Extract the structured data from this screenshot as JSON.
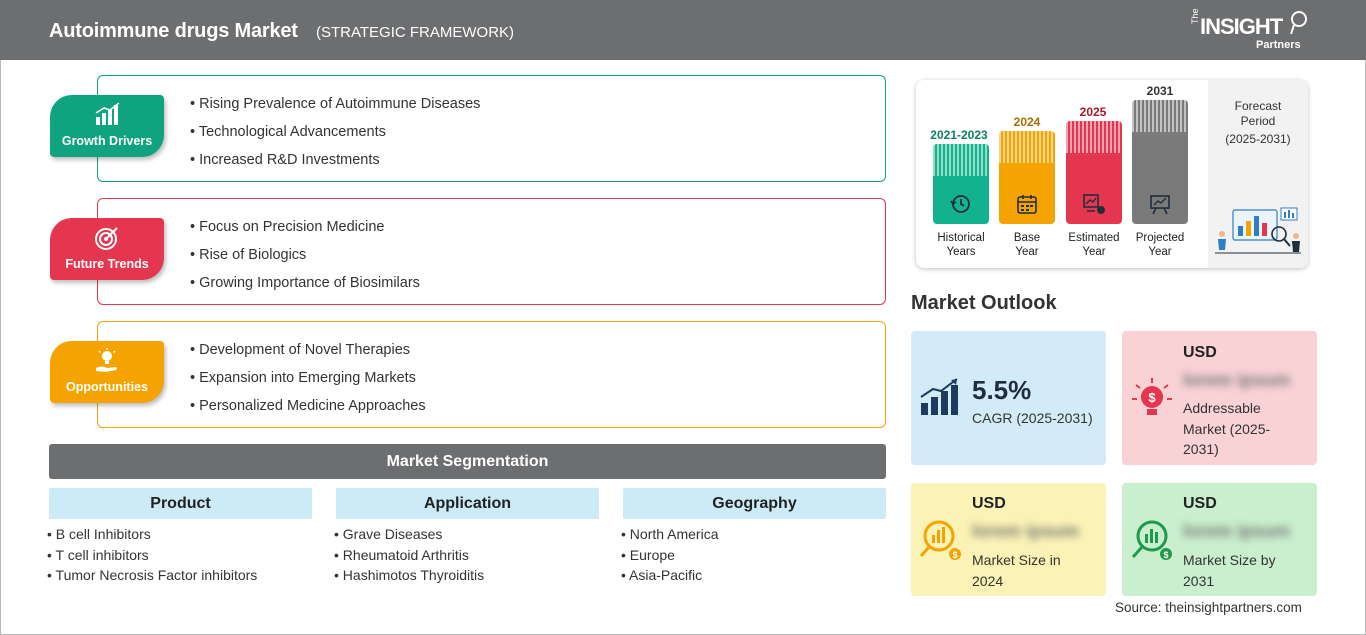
{
  "header": {
    "title": "Autoimmune drugs Market",
    "subtitle": "(STRATEGIC FRAMEWORK)",
    "logo_the": "The",
    "logo_insight": "INSIGHT",
    "logo_partners": "Partners"
  },
  "categories": [
    {
      "label": "Growth Drivers",
      "icon": "growth-chart-icon",
      "color": "#0fa37f",
      "items": [
        "Rising Prevalence of Autoimmune Diseases",
        "Technological Advancements",
        "Increased R&D Investments"
      ]
    },
    {
      "label": "Future Trends",
      "icon": "target-icon",
      "color": "#e4374f",
      "items": [
        "Focus on Precision Medicine",
        "Rise of Biologics",
        "Growing Importance of Biosimilars"
      ]
    },
    {
      "label": "Opportunities",
      "icon": "idea-hand-icon",
      "color": "#f5a300",
      "items": [
        "Development of Novel Therapies",
        "Expansion into Emerging Markets",
        "Personalized Medicine Approaches"
      ]
    }
  ],
  "segmentation": {
    "title": "Market Segmentation",
    "columns": [
      {
        "header": "Product",
        "items": [
          "B cell Inhibitors",
          "T cell inhibitors",
          "Tumor Necrosis Factor inhibitors"
        ]
      },
      {
        "header": "Application",
        "items": [
          "Grave Diseases",
          "Rheumatoid Arthritis",
          "Hashimotos Thyroiditis"
        ]
      },
      {
        "header": "Geography",
        "items": [
          "North America",
          "Europe",
          "Asia-Pacific"
        ]
      }
    ]
  },
  "timeline": {
    "periods": [
      {
        "year": "2021-2023",
        "caption": [
          "Historical",
          "Years"
        ],
        "color": "#12b28c",
        "text_color": "#0d7f63",
        "icon": "history-icon"
      },
      {
        "year": "2024",
        "caption": [
          "Base",
          "Year"
        ],
        "color": "#f5a300",
        "text_color": "#a86d00",
        "icon": "calendar-icon"
      },
      {
        "year": "2025",
        "caption": [
          "Estimated",
          "Year"
        ],
        "color": "#e4374f",
        "text_color": "#a8182c",
        "icon": "estimate-icon"
      },
      {
        "year": "2031",
        "caption": [
          "Projected",
          "Year"
        ],
        "color": "#7a7a7a",
        "text_color": "#333333",
        "icon": "projection-icon"
      }
    ],
    "forecast_title": [
      "Forecast",
      "Period"
    ],
    "forecast_range": "(2025-2031)"
  },
  "outlook": {
    "title": "Market Outlook",
    "cagr": {
      "value": "5.5%",
      "label": "CAGR (2025-2031)",
      "color": "#d3ebf7"
    },
    "addressable": {
      "currency": "USD",
      "value": "lorem ipsum",
      "label": [
        "Addressable",
        "Market (2025-",
        "2031)"
      ],
      "color": "#f9d2d6"
    },
    "size_2024": {
      "currency": "USD",
      "value": "lorem ipsum",
      "label": [
        "Market Size in",
        "2024"
      ],
      "color": "#fbf3b5"
    },
    "size_2031": {
      "currency": "USD",
      "value": "lorem ipsum",
      "label": [
        "Market Size by",
        "2031"
      ],
      "color": "#c9efcf"
    }
  },
  "source": "Source: theinsightpartners.com"
}
